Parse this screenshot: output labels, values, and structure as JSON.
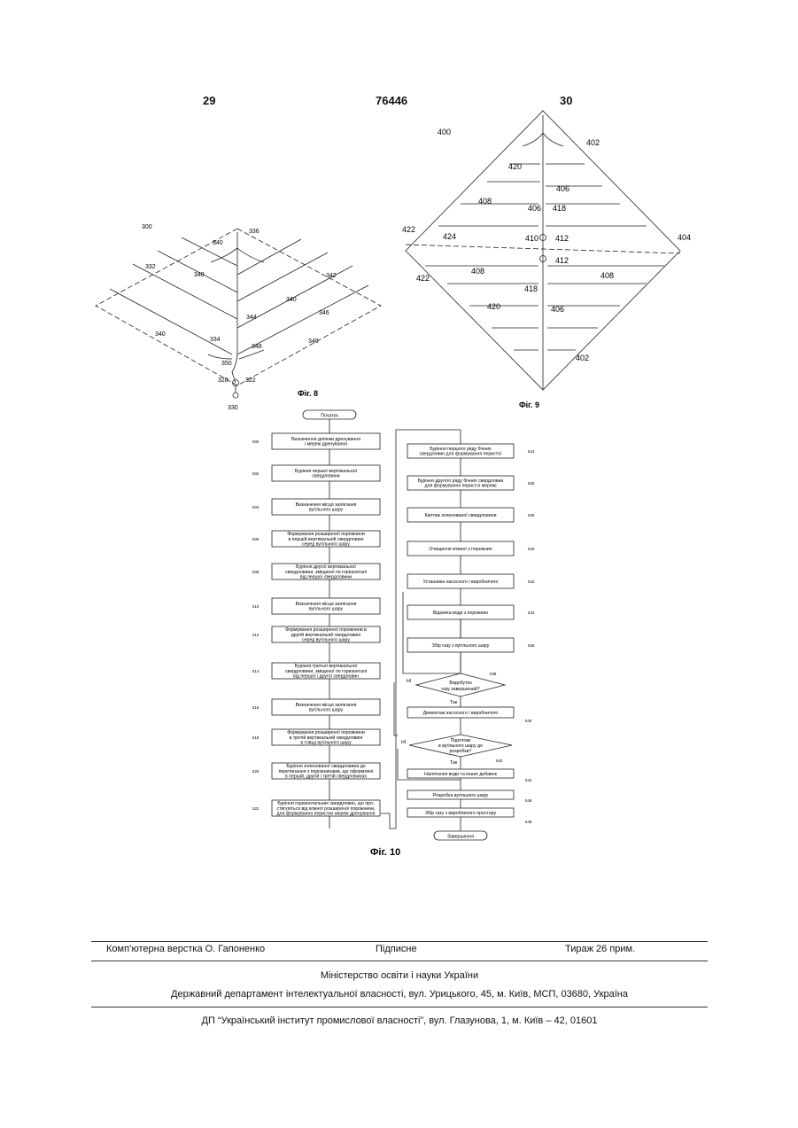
{
  "header": {
    "page_left": "29",
    "doc_number": "76446",
    "page_right": "30"
  },
  "fig8": {
    "caption": "Фіг. 8",
    "refs": [
      "300",
      "336",
      "332",
      "340",
      "340",
      "342",
      "340",
      "344",
      "340",
      "346",
      "340",
      "334",
      "348",
      "350",
      "320",
      "322",
      "330"
    ]
  },
  "fig9": {
    "caption": "Фіг. 9",
    "refs": [
      "400",
      "402",
      "420",
      "406",
      "408",
      "418",
      "406",
      "422",
      "424",
      "410",
      "412",
      "404",
      "412",
      "422",
      "408",
      "408",
      "418",
      "420",
      "406",
      "402"
    ]
  },
  "fig10": {
    "caption": "Фіг. 10",
    "start": "Початок",
    "end": "Завершення",
    "left_steps": [
      {
        "ref": "500",
        "lines": [
          "Визначення ділянки дренування",
          "і мереж дренування"
        ]
      },
      {
        "ref": "502",
        "lines": [
          "Буріння першої вертикальної",
          "свердловини"
        ]
      },
      {
        "ref": "504",
        "lines": [
          "Визначення місця залягання",
          "вугільного шару"
        ]
      },
      {
        "ref": "506",
        "lines": [
          "Формування розширеної порожнини",
          "в першій вертикальній свердловині",
          "серед вугільного шару"
        ]
      },
      {
        "ref": "508",
        "lines": [
          "Буріння другої вертикальної",
          "свердловини, зміщеної по горизонталі",
          "від першої свердловини"
        ]
      },
      {
        "ref": "510",
        "lines": [
          "Визначення місця залягання",
          "вугільного шару"
        ]
      },
      {
        "ref": "512",
        "lines": [
          "Формування розширеної порожнини в",
          "другій вертикальній свердловині",
          "серед вугільного шару"
        ]
      },
      {
        "ref": "514",
        "lines": [
          "Буріння третьої вертикальної",
          "свердловини, зміщеної по горизонталі",
          "від першої і другої свердловин"
        ]
      },
      {
        "ref": "516",
        "lines": [
          "Визначення місця залягання",
          "вугільного шару"
        ]
      },
      {
        "ref": "518",
        "lines": [
          "Формування розширеної порожнини",
          "в третій вертикальній свердловині",
          "в товщі вугільного шару"
        ]
      },
      {
        "ref": "520",
        "lines": [
          "Буріння зчленованої свердловини до",
          "перетинання з порожнинами, що оформлені",
          "в першій, другій і третій свердловинах"
        ]
      },
      {
        "ref": "522",
        "lines": [
          "Буріння горизонтальних свердловин, що про-",
          "стягуються від кожної розширеної порожнини,",
          "для формування перистих мереж дренування"
        ]
      }
    ],
    "right_steps": [
      {
        "ref": "524",
        "lines": [
          "Буріння першого ряду бічних",
          "свердловин для формування перистої"
        ]
      },
      {
        "ref": "526",
        "lines": [
          "Буріння другого ряду бічних свердловин",
          "для формування перистої мережі"
        ]
      },
      {
        "ref": "528",
        "lines": [
          "Каптаж зчленованої свердловини"
        ]
      },
      {
        "ref": "530",
        "lines": [
          "Очищення кожної з порожнин"
        ]
      },
      {
        "ref": "532",
        "lines": [
          "Установка насосного і виробничого"
        ]
      },
      {
        "ref": "534",
        "lines": [
          "Відкачка води з порожнин"
        ]
      },
      {
        "ref": "536",
        "lines": [
          "Збір газу з вугільного шару"
        ]
      }
    ],
    "decision1": {
      "ref": "538",
      "lines": [
        "Видобуток",
        "газу завершений?"
      ],
      "no": "НІ",
      "yes": "Так"
    },
    "step_540": {
      "ref": "540",
      "lines": [
        "Демонтаж насосного і виробничого"
      ]
    },
    "decision2": {
      "ref": "542",
      "lines": [
        "Підготовк",
        "в вугільного шару до",
        "розробки?"
      ],
      "no": "НІ",
      "yes": "Так"
    },
    "step_544": {
      "ref": "544",
      "lines": [
        "Нагнітання води та інших добавок"
      ]
    },
    "step_546": {
      "ref": "546",
      "lines": [
        "Розробка вугільного шару"
      ]
    },
    "step_548": {
      "ref": "548",
      "lines": [
        "Збір газу з виробленого простору"
      ]
    }
  },
  "footer": {
    "typesetting": "Комп’ютерна верстка О. Гапоненко",
    "signed": "Підписне",
    "circulation": "Тираж 26 прим.",
    "ministry": "Міністерство освіти і науки України",
    "department": "Державний департамент інтелектуальної власності, вул. Урицького, 45, м. Київ, МСП, 03680, Україна",
    "institute": "ДП “Український інститут промислової власності”, вул. Глазунова, 1, м. Київ – 42, 01601"
  }
}
